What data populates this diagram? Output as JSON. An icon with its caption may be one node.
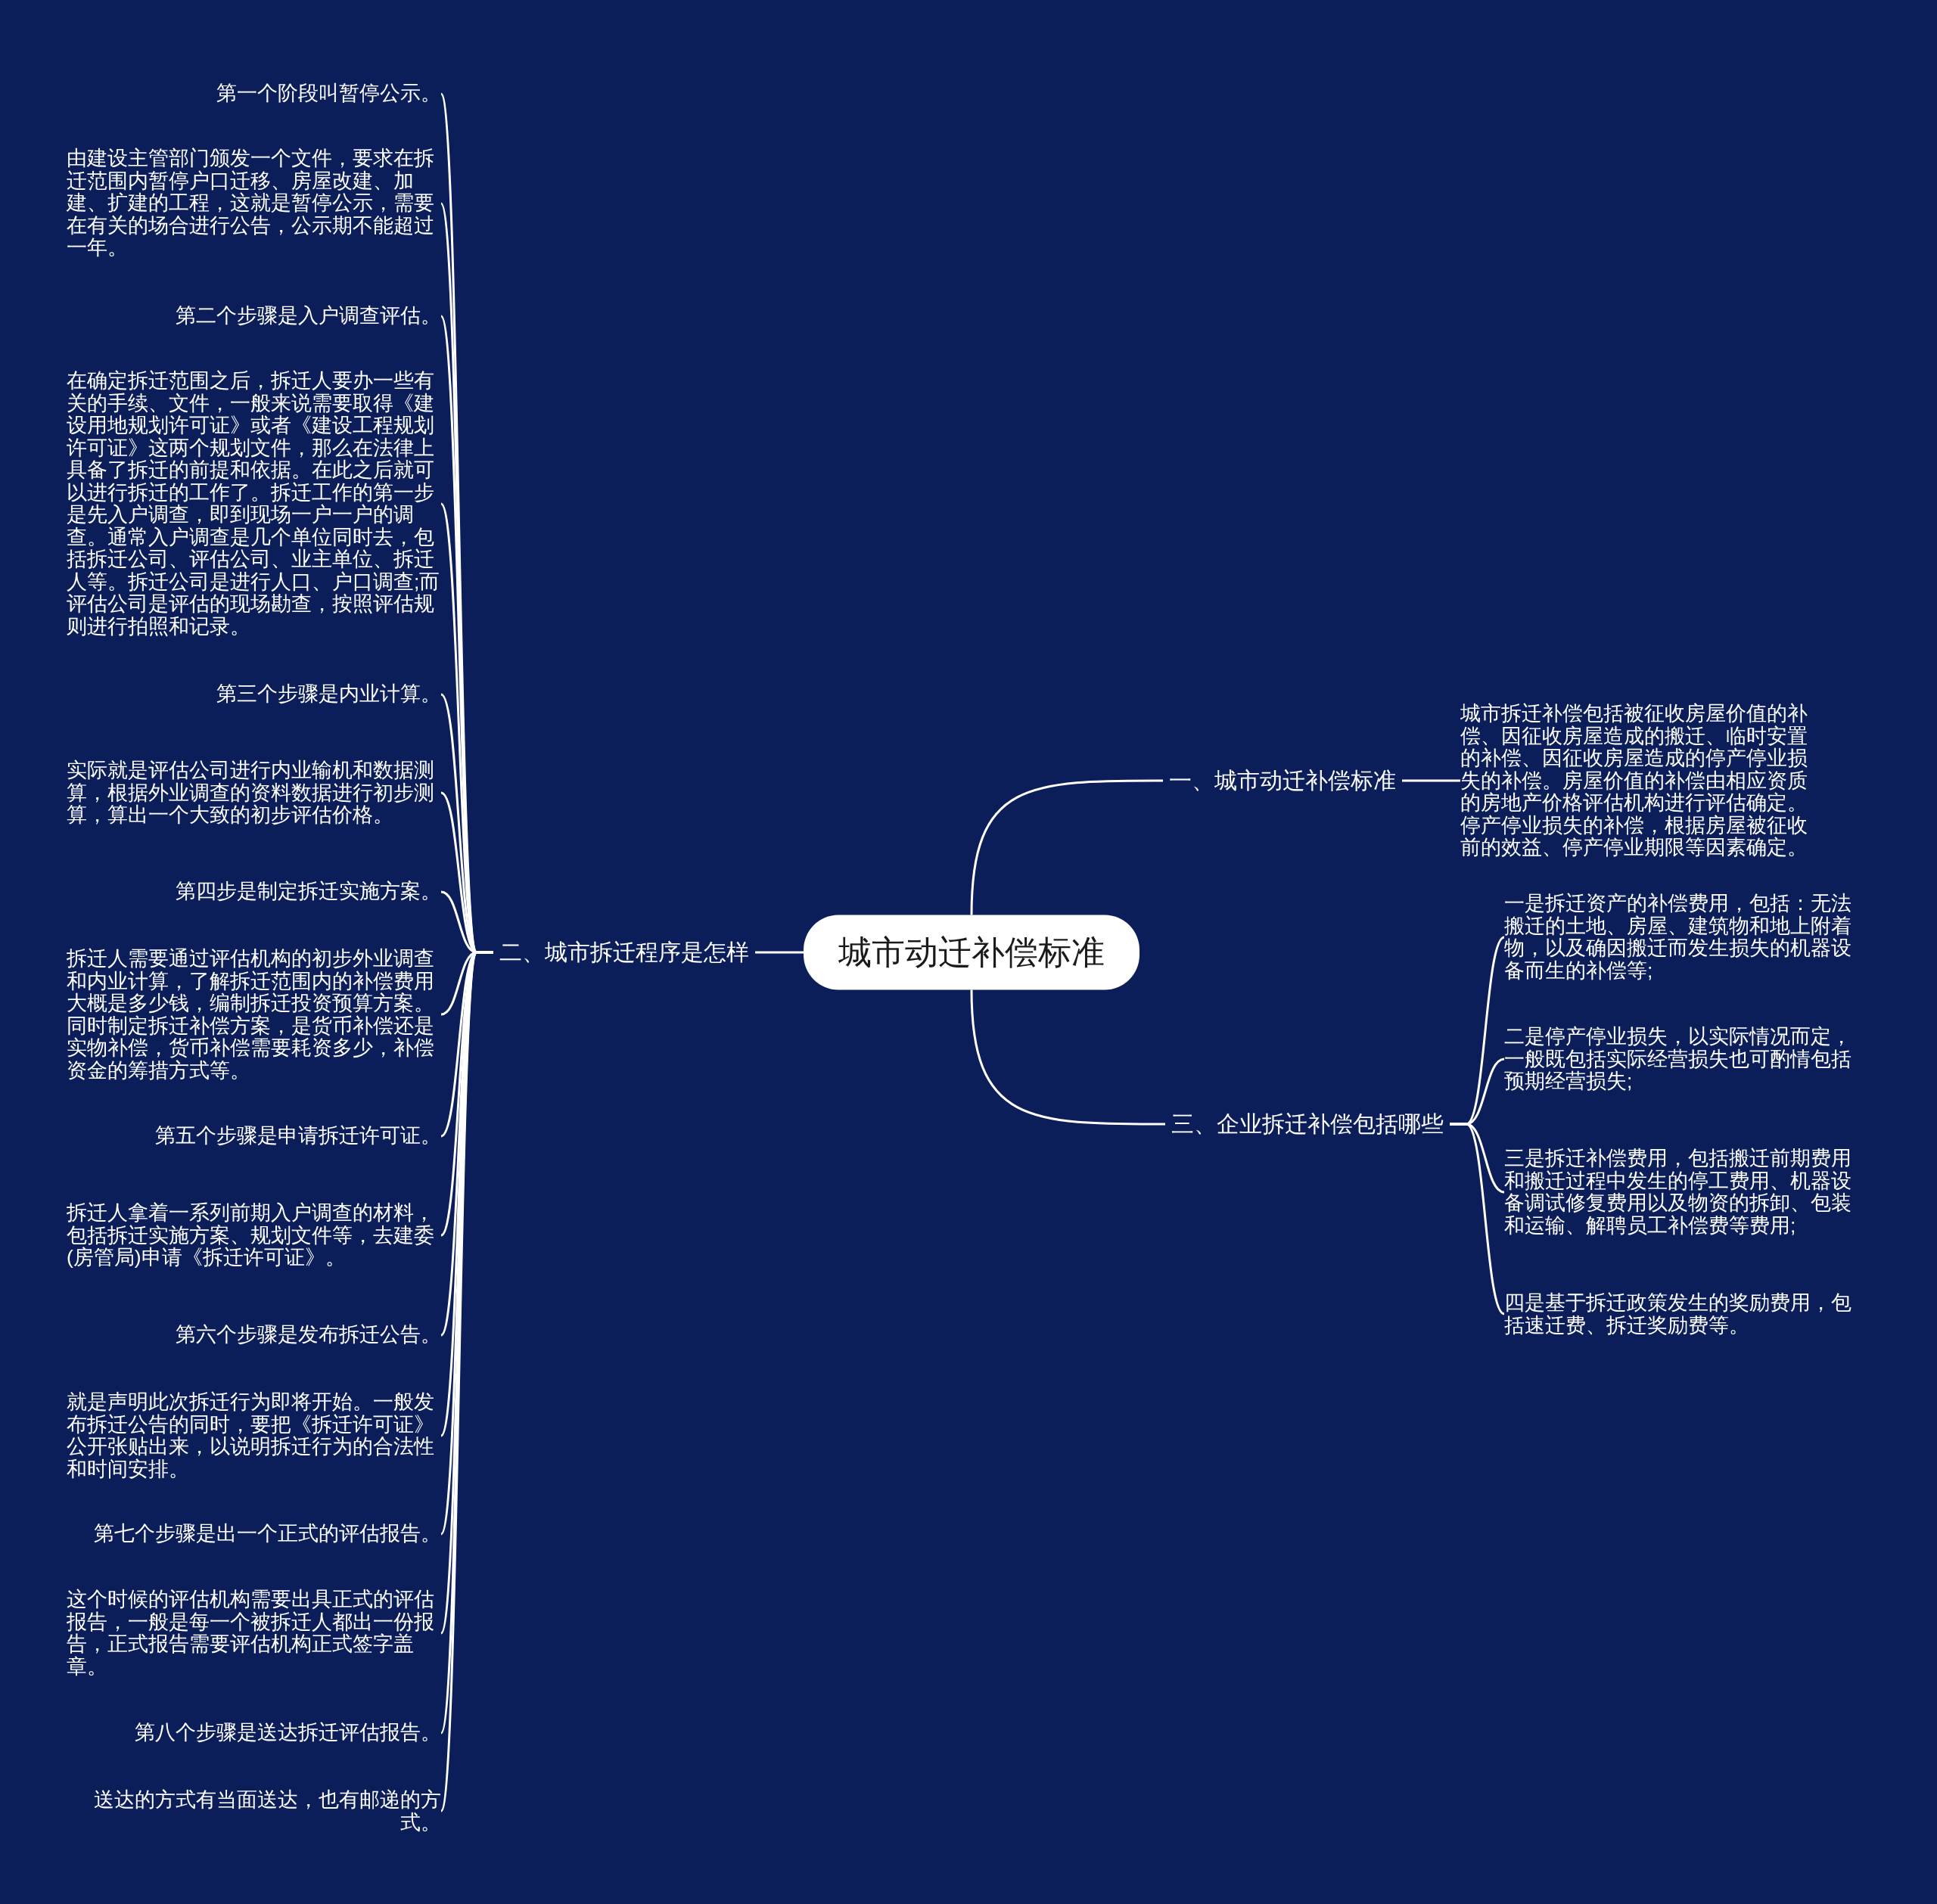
{
  "diagram": {
    "nodes": [
      {
        "text": [
          "城市动迁补偿标准"
        ]
      },
      {
        "text": [
          "一、城市动迁补偿标准"
        ]
      },
      {
        "text": [
          "城市拆迁补偿包括被征收房屋价值的补偿、因征收房屋造成的搬迁、临时安置的补偿、因征收房屋造成的停产停业损失的补偿。房屋价值的补偿由相应资质的房地产价格评估机构进行评估确定。停产停业损失的补偿，根据房屋被征收前的效益、停产停业期限等因素确定。"
        ]
      },
      {
        "text": [
          "二、城市拆迁程序是怎样"
        ]
      },
      {
        "text": [
          "第一个阶段叫暂停公示。"
        ]
      },
      {
        "text": [
          "由建设主管部门颁发一个文件，要求在拆迁范围内暂停户口迁移、房屋改建、加建、扩建的工程，这就是暂停公示，需要在有关的场合进行公告，公示期不能超过一年。"
        ]
      },
      {
        "text": [
          "第二个步骤是入户调查评估。"
        ]
      },
      {
        "text": [
          "在确定拆迁范围之后，拆迁人要办一些有关的手续、文件，一般来说需要取得《建设用地规划许可证》或者《建设工程规划许可证》这两个规划文件，那么在法律上具备了拆迁的前提和依据。在此之后就可以进行拆迁的工作了。拆迁工作的第一步是先入户调查，即到现场一户一户的调查。通常入户调查是几个单位同时去，包括拆迁公司、评估公司、业主单位、拆迁人等。拆迁公司是进行人口、户口调查;而评估公司是评估的现场勘查，按照评估规则进行拍照和记录。"
        ]
      },
      {
        "text": [
          "第三个步骤是内业计算。"
        ]
      },
      {
        "text": [
          "实际就是评估公司进行内业输机和数据测算，根据外业调查的资料数据进行初步测算，算出一个大致的初步评估价格。"
        ]
      },
      {
        "text": [
          "第四步是制定拆迁实施方案。"
        ]
      },
      {
        "text": [
          "拆迁人需要通过评估机构的初步外业调查和内业计算，了解拆迁范围内的补偿费用大概是多少钱，编制拆迁投资预算方案。同时制定拆迁补偿方案，是货币补偿还是实物补偿，货币补偿需要耗资多少，补偿资金的筹措方式等。"
        ]
      },
      {
        "text": [
          "第五个步骤是申请拆迁许可证。"
        ]
      },
      {
        "text": [
          "拆迁人拿着一系列前期入户调查的材料，包括拆迁实施方案、规划文件等，去建委(房管局)申请《拆迁许可证》。"
        ]
      },
      {
        "text": [
          "第六个步骤是发布拆迁公告。"
        ]
      },
      {
        "text": [
          "就是声明此次拆迁行为即将开始。一般发布拆迁公告的同时，要把《拆迁许可证》公开张贴出来，以说明拆迁行为的合法性和时间安排。"
        ]
      },
      {
        "text": [
          "第七个步骤是出一个正式的评估报告。"
        ]
      },
      {
        "text": [
          "这个时候的评估机构需要出具正式的评估报告，一般是每一个被拆迁人都出一份报告，正式报告需要评估机构正式签字盖章。"
        ]
      },
      {
        "text": [
          "第八个步骤是送达拆迁评估报告。"
        ]
      },
      {
        "text": [
          "送达的方式有当面送达，也有邮递的方式。"
        ]
      },
      {
        "text": [
          "三、企业拆迁补偿包括哪些"
        ]
      },
      {
        "text": [
          "一是拆迁资产的补偿费用，包括：无法搬迁的土地、房屋、建筑物和地上附着物，以及确因搬迁而发生损失的机器设备而生的补偿等;"
        ]
      },
      {
        "text": [
          "二是停产停业损失，以实际情况而定，一般既包括实际经营损失也可酌情包括预期经营损失;"
        ]
      },
      {
        "text": [
          "三是拆迁补偿费用，包括搬迁前期费用和搬迁过程中发生的停工费用、机器设备调试修复费用以及物资的拆卸、包装和运输、解聘员工补偿费等费用;"
        ]
      },
      {
        "text": [
          "四是基于拆迁政策发生的奖励费用，包括速迁费、拆迁奖励费等。"
        ]
      }
    ],
    "edges": [
      {
        "from": 0,
        "to": 1,
        "arrow": "none"
      },
      {
        "from": 1,
        "to": 2,
        "arrow": "none"
      },
      {
        "from": 0,
        "to": 3,
        "arrow": "none"
      },
      {
        "from": 3,
        "to": 4,
        "arrow": "none"
      },
      {
        "from": 3,
        "to": 5,
        "arrow": "none"
      },
      {
        "from": 3,
        "to": 6,
        "arrow": "none"
      },
      {
        "from": 3,
        "to": 7,
        "arrow": "none"
      },
      {
        "from": 3,
        "to": 8,
        "arrow": "none"
      },
      {
        "from": 3,
        "to": 9,
        "arrow": "none"
      },
      {
        "from": 3,
        "to": 10,
        "arrow": "none"
      },
      {
        "from": 3,
        "to": 11,
        "arrow": "none"
      },
      {
        "from": 3,
        "to": 12,
        "arrow": "none"
      },
      {
        "from": 3,
        "to": 13,
        "arrow": "none"
      },
      {
        "from": 3,
        "to": 14,
        "arrow": "none"
      },
      {
        "from": 3,
        "to": 15,
        "arrow": "none"
      },
      {
        "from": 3,
        "to": 16,
        "arrow": "none"
      },
      {
        "from": 3,
        "to": 17,
        "arrow": "none"
      },
      {
        "from": 3,
        "to": 18,
        "arrow": "none"
      },
      {
        "from": 3,
        "to": 19,
        "arrow": "none"
      },
      {
        "from": 0,
        "to": 20,
        "arrow": "none"
      },
      {
        "from": 20,
        "to": 21,
        "arrow": "none"
      },
      {
        "from": 20,
        "to": 22,
        "arrow": "none"
      },
      {
        "from": 20,
        "to": 23,
        "arrow": "none"
      },
      {
        "from": 20,
        "to": 24,
        "arrow": "none"
      }
    ]
  }
}
